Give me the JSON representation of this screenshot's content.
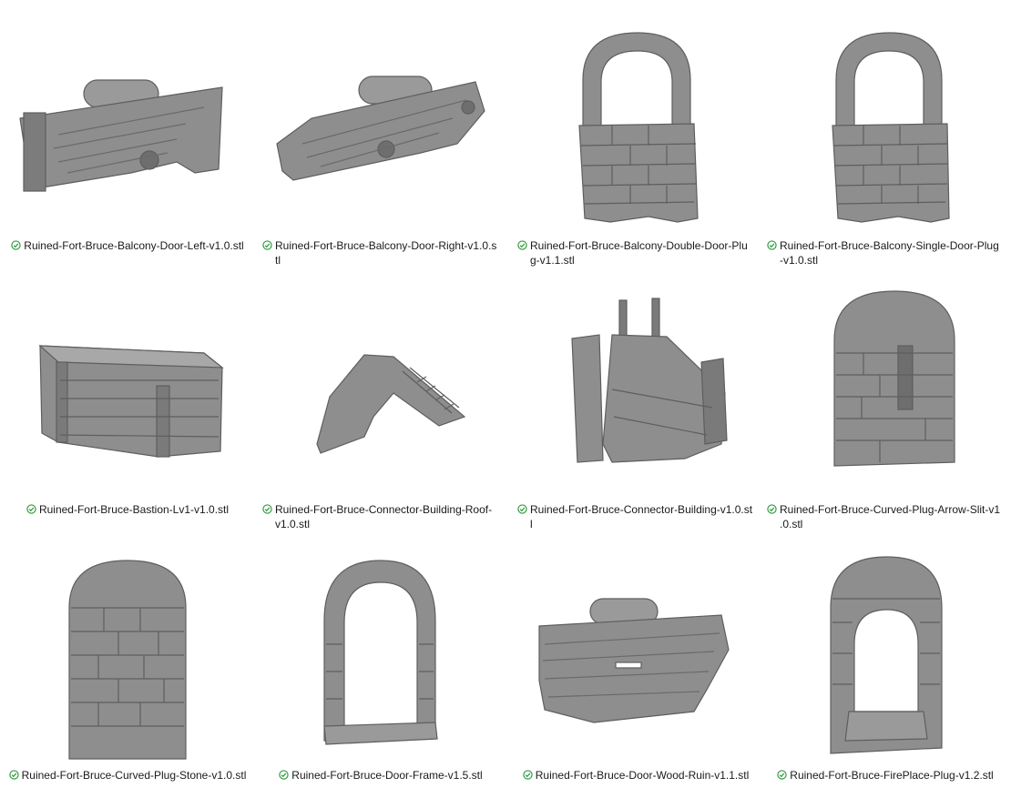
{
  "files": [
    {
      "name": "Ruined-Fort-Bruce-Balcony-Door-Left-v1.0.stl",
      "status_icon": "green-check-sync-icon",
      "model": "door-slab-with-roller"
    },
    {
      "name": "Ruined-Fort-Bruce-Balcony-Door-Right-v1.0.stl",
      "status_icon": "green-check-sync-icon",
      "model": "door-slab-ruined-with-roller"
    },
    {
      "name": "Ruined-Fort-Bruce-Balcony-Double-Door-Plug-v1.1.stl",
      "status_icon": "green-check-sync-icon",
      "model": "stone-arch-balcony"
    },
    {
      "name": "Ruined-Fort-Bruce-Balcony-Single-Door-Plug-v1.0.stl",
      "status_icon": "green-check-sync-icon",
      "model": "stone-arch-balcony"
    },
    {
      "name": "Ruined-Fort-Bruce-Bastion-Lv1-v1.0.stl",
      "status_icon": "green-check-sync-icon",
      "model": "stone-bastion-box"
    },
    {
      "name": "Ruined-Fort-Bruce-Connector-Building-Roof-v1.0.stl",
      "status_icon": "green-check-sync-icon",
      "model": "ruined-roof"
    },
    {
      "name": "Ruined-Fort-Bruce-Connector-Building-v1.0.stl",
      "status_icon": "green-check-sync-icon",
      "model": "ruined-building"
    },
    {
      "name": "Ruined-Fort-Bruce-Curved-Plug-Arrow-Slit-v1.0.stl",
      "status_icon": "green-check-sync-icon",
      "model": "arched-wall-with-slit"
    },
    {
      "name": "Ruined-Fort-Bruce-Curved-Plug-Stone-v1.0.stl",
      "status_icon": "green-check-sync-icon",
      "model": "arched-stone-wall"
    },
    {
      "name": "Ruined-Fort-Bruce-Door-Frame-v1.5.stl",
      "status_icon": "green-check-sync-icon",
      "model": "stone-door-frame"
    },
    {
      "name": "Ruined-Fort-Bruce-Door-Wood-Ruin-v1.1.stl",
      "status_icon": "green-check-sync-icon",
      "model": "ruined-wood-door"
    },
    {
      "name": "Ruined-Fort-Bruce-FirePlace-Plug-v1.2.stl",
      "status_icon": "green-check-sync-icon",
      "model": "arched-fireplace"
    }
  ],
  "captions": {
    "c0": {
      "l1": "Ruined-Fort-Bruce-Balcony-Door-Left-v1.0.stl",
      "l2": ""
    },
    "c1": {
      "l1": "Ruined-Fort-Bruce-Balcony-Door-Right-v1.0.s",
      "l2": "tl"
    },
    "c2": {
      "l1": "Ruined-Fort-Bruce-Balcony-Double-Door-Plu",
      "l2": "g-v1.1.stl"
    },
    "c3": {
      "l1": "Ruined-Fort-Bruce-Balcony-Single-Door-Plug",
      "l2": "-v1.0.stl"
    },
    "c4": {
      "l1": "Ruined-Fort-Bruce-Bastion-Lv1-v1.0.stl",
      "l2": ""
    },
    "c5": {
      "l1": "Ruined-Fort-Bruce-Connector-Building-Roof-",
      "l2": "v1.0.stl"
    },
    "c6": {
      "l1": "Ruined-Fort-Bruce-Connector-Building-v1.0.st",
      "l2": "l"
    },
    "c7": {
      "l1": "Ruined-Fort-Bruce-Curved-Plug-Arrow-Slit-v1",
      "l2": ".0.stl"
    },
    "c8": {
      "l1": "Ruined-Fort-Bruce-Curved-Plug-Stone-v1.0.stl",
      "l2": ""
    },
    "c9": {
      "l1": "Ruined-Fort-Bruce-Door-Frame-v1.5.stl",
      "l2": ""
    },
    "c10": {
      "l1": "Ruined-Fort-Bruce-Door-Wood-Ruin-v1.1.stl",
      "l2": ""
    },
    "c11": {
      "l1": "Ruined-Fort-Bruce-FirePlace-Plug-v1.2.stl",
      "l2": ""
    }
  },
  "colors": {
    "background": "#ffffff",
    "model_fill": "#8e8e8e",
    "model_shadow": "#5e5e5e",
    "model_light": "#b4b4b4",
    "status_green": "#2e9a3c",
    "caption_text": "#1a1a1a"
  }
}
